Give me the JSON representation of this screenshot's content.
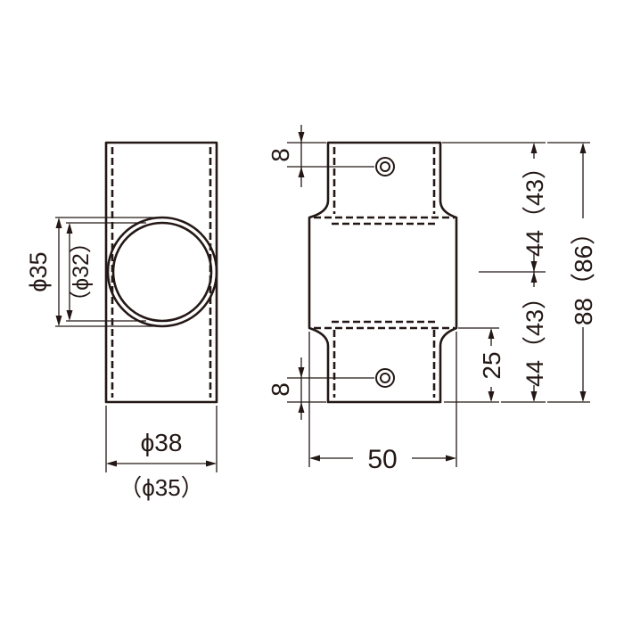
{
  "left_view": {
    "outer_diameter_label": "ϕ35",
    "inner_diameter_label": "（ϕ32）",
    "width_label": "ϕ38",
    "width_alt_label": "（ϕ35）"
  },
  "right_view": {
    "hole_offset_top_label": "8",
    "hole_offset_bottom_label": "8",
    "width_label": "50",
    "lower_depth_label": "25",
    "upper_half_label": "44（43）",
    "lower_half_label": "44（43）",
    "total_height_label": "88（86）"
  },
  "colors": {
    "line": "#231815",
    "background": "#ffffff"
  }
}
